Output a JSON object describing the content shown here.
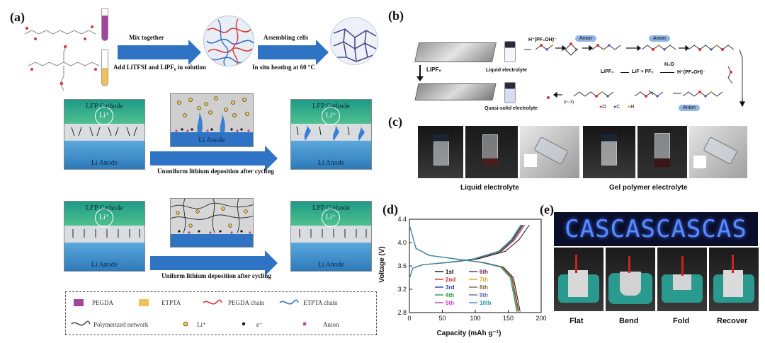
{
  "panel_a": {
    "label": "(a)",
    "arrow1_top": "Mix together",
    "arrow1_bottom": "Add LiTFSI and LiPF₆ in solution",
    "arrow2_top": "Assembling cells",
    "arrow2_bottom": "In situ heating at 60 °C",
    "cathode_label": "LFP Cathode",
    "anode_label": "Li Anode",
    "li_ion": "Li⁺",
    "uneven_caption": "Ununiform lithium deposition after cycling",
    "uniform_caption": "Uniform lithium deposition after cycling",
    "legend": {
      "pegda": "PEGDA",
      "etpta": "ETPTA",
      "pegda_chain": "PEGDA chain",
      "etpta_chain": "ETPTA chain",
      "network": "Polymerized network",
      "li": "Li⁺",
      "electron": "e⁻",
      "anion": "Anion"
    },
    "colors": {
      "pegda": "#a3469b",
      "etpta": "#f2c05a",
      "pegda_chain": "#d93636",
      "etpta_chain": "#3a6fc6",
      "anion": "#c2409d"
    }
  },
  "panel_b": {
    "label": "(b)",
    "lipf6": "LiPF₆",
    "liquid": "Liquid  electrolyte",
    "quasi": "Quasi-solid electrolyte",
    "h_species": "H⁺(PF₅OH)⁻",
    "anion": "Anion",
    "anion2": "Anion",
    "anion3": "Anion",
    "reaction_lhs": "LiPF₆",
    "reaction_mid": "LiF + PF₅",
    "reaction_water": "H₂O",
    "reaction_rhs": "H⁺(PF₅OH)⁻",
    "n_label": "(n−3)",
    "atom_o": "O",
    "atom_c": "C",
    "atom_h": "H"
  },
  "panel_c": {
    "label": "(c)",
    "caption_left": "Liquid  electrolyte",
    "caption_right": "Gel polymer electrolyte"
  },
  "panel_d": {
    "label": "(d)"
  },
  "panel_e": {
    "label": "(e)",
    "banner": "CASCASCASCAS",
    "captions": [
      "Flat",
      "Bend",
      "Fold",
      "Recover"
    ]
  },
  "chart_data": {
    "type": "line",
    "xlabel": "Capacity (mAh g⁻¹)",
    "ylabel": "Voltage (V)",
    "xlim": [
      0,
      200
    ],
    "ylim": [
      2.8,
      4.4
    ],
    "xticks": [
      "0",
      "50",
      "100",
      "150",
      "200"
    ],
    "yticks": [
      "2.8",
      "3.2",
      "3.6",
      "4.0",
      "4.4"
    ],
    "grid": false,
    "legend_position": "center",
    "series": [
      {
        "name": "1st",
        "color": "#111111",
        "charge_end": 182,
        "discharge_end": 168
      },
      {
        "name": "2nd",
        "color": "#e0222c",
        "charge_end": 175,
        "discharge_end": 166
      },
      {
        "name": "3rd",
        "color": "#1f3fbf",
        "charge_end": 173,
        "discharge_end": 165
      },
      {
        "name": "4th",
        "color": "#2a9a3a",
        "charge_end": 172,
        "discharge_end": 165
      },
      {
        "name": "5th",
        "color": "#c83bb8",
        "charge_end": 171,
        "discharge_end": 164
      },
      {
        "name": "6th",
        "color": "#6a2a6a",
        "charge_end": 171,
        "discharge_end": 164
      },
      {
        "name": "7th",
        "color": "#e6a21a",
        "charge_end": 170,
        "discharge_end": 164
      },
      {
        "name": "8th",
        "color": "#7a6a3a",
        "charge_end": 170,
        "discharge_end": 163
      },
      {
        "name": "9th",
        "color": "#5a6ab0",
        "charge_end": 169,
        "discharge_end": 163
      },
      {
        "name": "10th",
        "color": "#2a9ab0",
        "charge_end": 169,
        "discharge_end": 163
      }
    ],
    "profile": {
      "charge": [
        [
          0,
          3.38
        ],
        [
          5,
          3.56
        ],
        [
          20,
          3.62
        ],
        [
          60,
          3.66
        ],
        [
          100,
          3.72
        ],
        [
          140,
          3.85
        ],
        [
          160,
          4.05
        ],
        [
          175,
          4.3
        ]
      ],
      "discharge": [
        [
          0,
          4.3
        ],
        [
          10,
          3.9
        ],
        [
          30,
          3.78
        ],
        [
          70,
          3.72
        ],
        [
          110,
          3.66
        ],
        [
          140,
          3.58
        ],
        [
          155,
          3.4
        ],
        [
          162,
          3.0
        ],
        [
          165,
          2.82
        ]
      ]
    }
  }
}
